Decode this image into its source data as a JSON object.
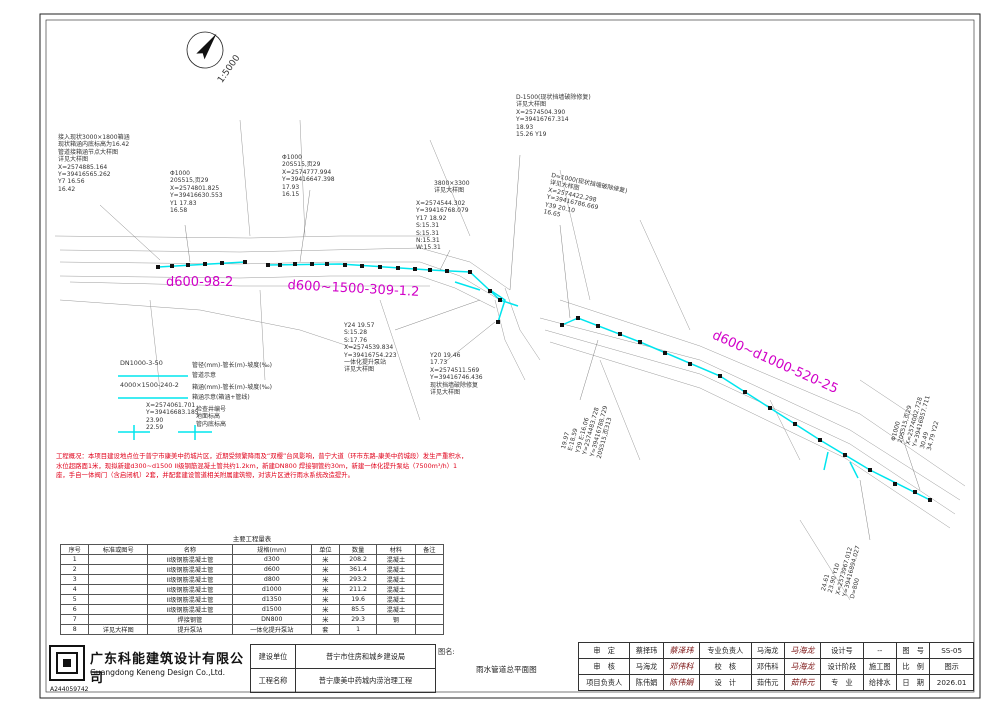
{
  "scale": "1:5000",
  "pipe_labels": {
    "west": "d600-98-2",
    "middle": "d600~1500-309-1.2",
    "east": "d600~d1000-520-25"
  },
  "annotations": {
    "a1": [
      "接入现状3000×1800箱涵",
      "现状箱涵内底标高为16.42",
      "管道接箱涵节点大样图",
      "详见大样图",
      "X=2574885.164",
      "Y=39416565.262",
      "Y7 16.56",
      "16.42"
    ],
    "a2": [
      "Φ1000",
      "20S515,页29",
      "X=2574801.825",
      "Y=39416630.553",
      "Y1 17.83",
      "16.58"
    ],
    "a3": [
      "Φ1000",
      "20S515,页29",
      "X=2574777.994",
      "Y=39416647.398",
      "17.93",
      "16.15"
    ],
    "a4": [
      "3800×3300",
      "详见大样图"
    ],
    "a5": [
      "X=2574544.302",
      "Y=39416768.079",
      "Y17 18.92",
      "S:15.31",
      "S:15.31",
      "N:15.31",
      "W:15.31"
    ],
    "a6": [
      "D-1500(现状挡墙破除修复)",
      "详见大样图",
      "X=2574504.390",
      "Y=39416767.314",
      "18.93",
      "15.26 Y19"
    ],
    "a7": [
      "D=1000(现状挡墙破除修复)",
      "详见大样图",
      "X=2574422.298",
      "Y=39416786.669",
      "Y39 20.10",
      "16.65"
    ],
    "a8": [
      "Y24 19.57",
      "S:15.28",
      "S:17.76",
      "X=2574539.834",
      "Y=39416754.223",
      "一体化提升泵站",
      "详见大样图"
    ],
    "a9": [
      "Y20 19.46",
      "17.73",
      "X=2574511.569",
      "Y=39416746.436",
      "现状挡墙破除修复",
      "详见大样图"
    ],
    "a10": [
      "19.97",
      "E:18.59",
      "Y39 E:16.06",
      "Y=2574483.728",
      "Y=39416788.729",
      "20S515,页313"
    ],
    "a11": [
      "Φ1000",
      "20S515,页29",
      "X=2574002.728",
      "Y=39416857.711",
      "30.49",
      "34.79 Y22"
    ],
    "a12": [
      "24.61",
      "23.90 Y10",
      "X=2573967.012",
      "Y=39416894.027",
      "D=800"
    ]
  },
  "legend": {
    "pipe1": "DN1000-3-50",
    "pipe1_desc": "管径(mm)-管长(m)-坡度(‰)",
    "pipe1_sub": "管道示意",
    "pipe2": "4000×1500-240-2",
    "pipe2_desc": "箱涵(mm)-管长(m)-坡度(‰)",
    "pipe2_sub": "箱涵示意(箱涵+管线)",
    "node": [
      "X=2574061.701",
      "Y=39416683.185",
      "23.90",
      "22.59"
    ],
    "node_labels": [
      "检查井编号",
      "地面标高",
      "管内底标高"
    ]
  },
  "notes": {
    "heading": "工程概况：",
    "body": "本项目建设地点位于普宁市康美中药城片区，近期受频繁降雨及“双樱”台风影响，普宁大道（环市东路-康美中药城段）发生严重积水，水位超路面1米，现拟新建d300~d1500 II级钢筋混凝土管共约1.2km，新建DN800 焊接钢管约30m，新建一体化提升泵站（7500m³/h）1座，手自一体阀门（含启闭机）2套，并配套建设管道相关附属建筑物，对该片区进行雨水系统改造提升。"
  },
  "quantity_table": {
    "title": "主要工程量表",
    "headers": [
      "序号",
      "标准或图号",
      "名称",
      "规格(mm)",
      "单位",
      "数量",
      "材料",
      "备注"
    ],
    "rows": [
      [
        "1",
        "",
        "II级钢筋混凝土管",
        "d300",
        "米",
        "208.2",
        "混凝土",
        ""
      ],
      [
        "2",
        "",
        "II级钢筋混凝土管",
        "d600",
        "米",
        "361.4",
        "混凝土",
        ""
      ],
      [
        "3",
        "",
        "II级钢筋混凝土管",
        "d800",
        "米",
        "293.2",
        "混凝土",
        ""
      ],
      [
        "4",
        "",
        "II级钢筋混凝土管",
        "d1000",
        "米",
        "211.2",
        "混凝土",
        ""
      ],
      [
        "5",
        "",
        "II级钢筋混凝土管",
        "d1350",
        "米",
        "19.6",
        "混凝土",
        ""
      ],
      [
        "6",
        "",
        "II级钢筋混凝土管",
        "d1500",
        "米",
        "85.5",
        "混凝土",
        ""
      ],
      [
        "7",
        "",
        "焊接钢管",
        "DN800",
        "米",
        "29.3",
        "钢",
        ""
      ],
      [
        "8",
        "详见大样图",
        "提升泵站",
        "一体化提升泵站",
        "套",
        "1",
        "",
        ""
      ]
    ]
  },
  "title_block": {
    "company_cn": "广东科能建筑设计有限公司",
    "company_en": "Guangdong Keneng Design Co.,Ltd.",
    "cert_no": "A244059742",
    "client_label": "建设单位",
    "client": "普宁市住房和城乡建设局",
    "project_label": "工程名称",
    "project": "普宁康美中药城内涝治理工程",
    "drawing_name_label": "图名:",
    "drawing_name": "雨水管道总平面图",
    "roles": [
      [
        "审　定",
        "蔡择玮",
        "专业负责人",
        "马海龙",
        "设计号",
        "--",
        "图　号",
        "SS-05"
      ],
      [
        "审　核",
        "马海龙",
        "校　核",
        "邓伟科",
        "设计阶段",
        "施工图",
        "比　例",
        "图示"
      ],
      [
        "项目负责人",
        "陈伟娟",
        "设　计",
        "茹伟元",
        "专　业",
        "给排水",
        "日　期",
        "2026.01"
      ]
    ],
    "signatures": [
      "蔡泽玮",
      "马海龙",
      "邓伟科",
      "马海龙",
      "陈伟娟",
      "茹伟元"
    ]
  },
  "colors": {
    "pipe": "#00e5ee",
    "label": "#d100c8",
    "note": "#e0001a",
    "road": "#9a9a9a"
  }
}
